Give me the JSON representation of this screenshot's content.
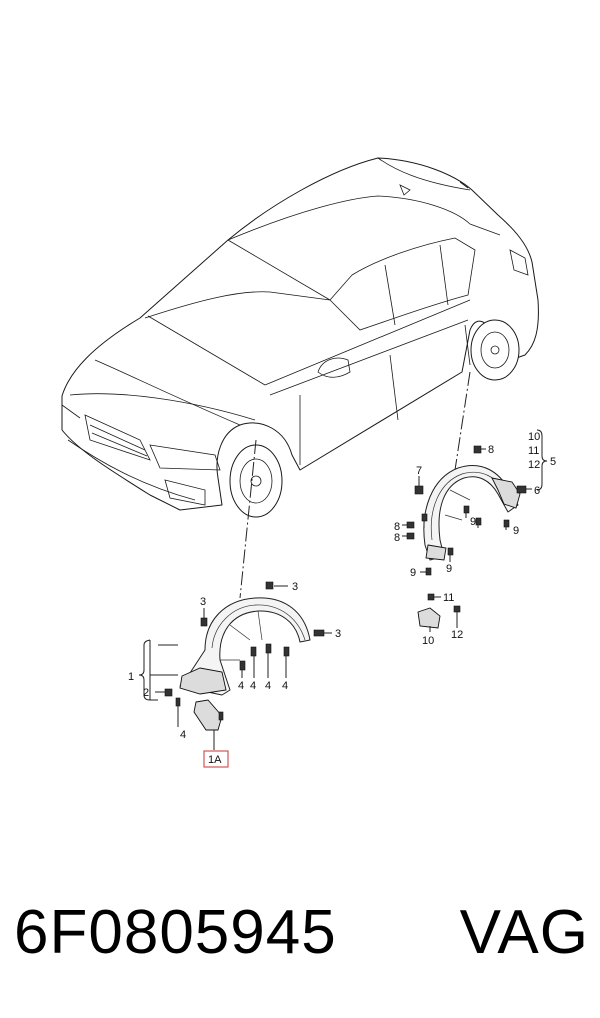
{
  "callouts": {
    "l1": "1",
    "l1a": "1A",
    "l2": "2",
    "l3a": "3",
    "l3b": "3",
    "l3c": "3",
    "l4a": "4",
    "l4b": "4",
    "l4c": "4",
    "l4d": "4",
    "l4e": "4",
    "r5": "5",
    "r6": "6",
    "r7": "7",
    "r8a": "8",
    "r8b": "8",
    "r8c": "8",
    "r9a": "9",
    "r9b": "9",
    "r9c": "9",
    "r9d": "9",
    "r10a": "10",
    "r10b": "10",
    "r11a": "11",
    "r11b": "11",
    "r12a": "12",
    "r12b": "12"
  },
  "footer": {
    "part_number": "6F0805945",
    "brand": "VAG"
  }
}
